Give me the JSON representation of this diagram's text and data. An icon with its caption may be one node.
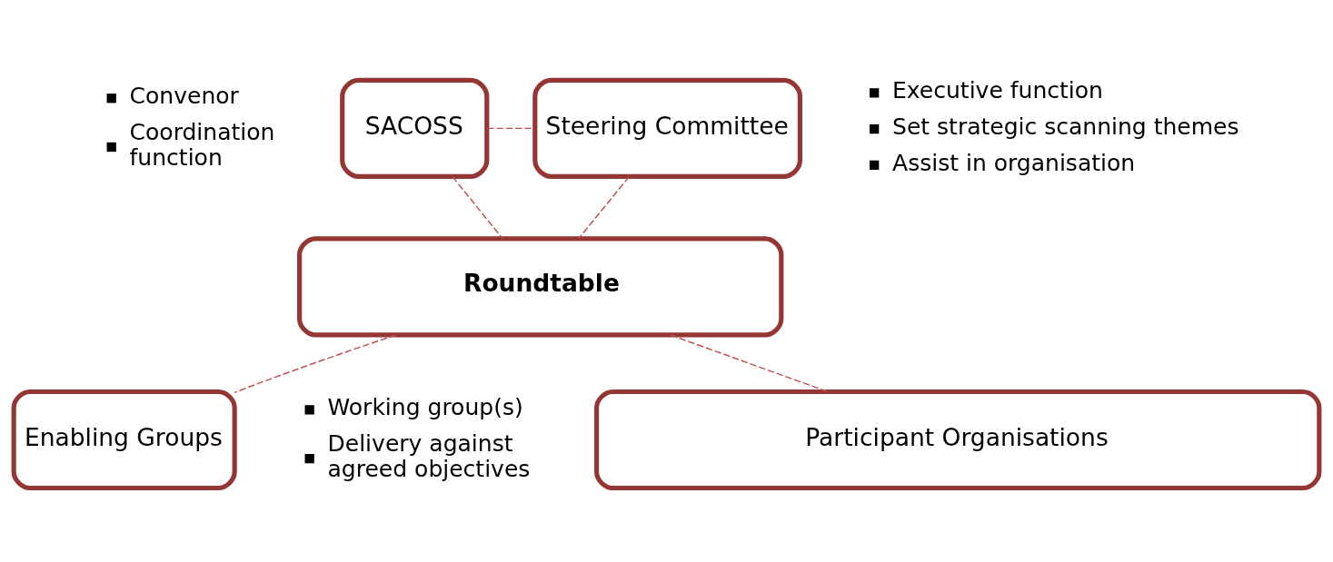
{
  "diagram": {
    "nodes": [
      {
        "text": [
          "Steering Committee"
        ],
        "beside": [
          "Executive function",
          "Set strategic scanning themes",
          "Assist in organisation"
        ]
      },
      {
        "text": [
          "SACOSS"
        ],
        "beside": [
          "Convenor",
          "Coordination function"
        ]
      },
      {
        "text": [
          "Roundtable"
        ]
      },
      {
        "text": [
          "Enabling Groups"
        ],
        "beside": [
          "Working group(s)",
          "Delivery against agreed objectives"
        ]
      },
      {
        "text": [
          "Participant Organisations"
        ]
      }
    ],
    "edges": [
      {
        "from": 1,
        "to": 0,
        "arrow": "none",
        "style": "dashed"
      },
      {
        "from": 0,
        "to": 2,
        "arrow": "none",
        "style": "dashed"
      },
      {
        "from": 1,
        "to": 2,
        "arrow": "none",
        "style": "dashed"
      },
      {
        "from": 2,
        "to": 3,
        "arrow": "none",
        "style": "dashed"
      },
      {
        "from": 2,
        "to": 4,
        "arrow": "none",
        "style": "dashed"
      }
    ]
  }
}
